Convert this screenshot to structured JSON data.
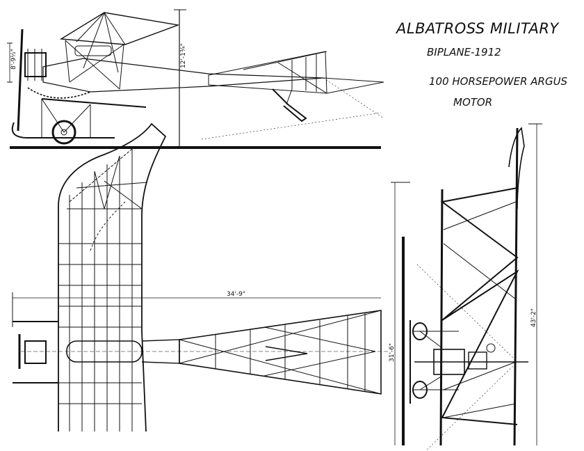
{
  "title": {
    "line1": "ALBATROSS MILITARY",
    "line2": "BIPLANE-1912",
    "line3": "100 HORSEPOWER ARGUS",
    "line4": "MOTOR"
  },
  "dimensions": {
    "side_height_small": "8'-9½\"",
    "side_height": "12'-1¾\"",
    "wingspan_plan": "34'-9\"",
    "front_height": "31'-6\"",
    "front_span": "43'-2\""
  },
  "colors": {
    "ink": "#111111",
    "paper": "#ffffff"
  }
}
